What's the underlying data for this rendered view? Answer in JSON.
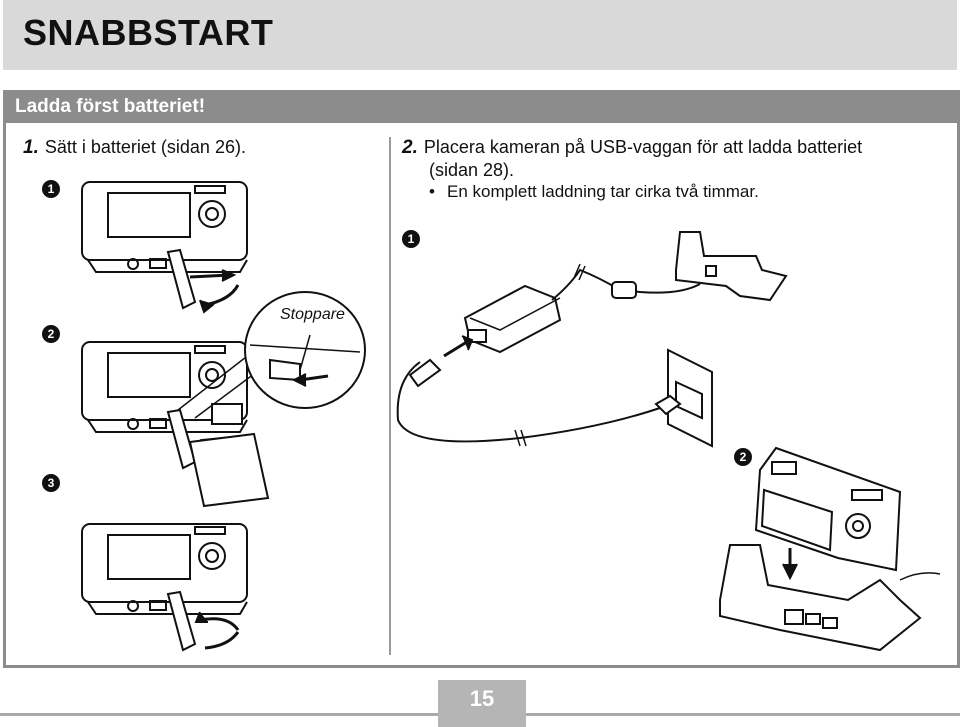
{
  "header": {
    "title": "SNABBSTART"
  },
  "section": {
    "heading": "Ladda först batteriet!"
  },
  "step1": {
    "number": "1.",
    "text": "Sätt i batteriet (sidan 26)."
  },
  "step2": {
    "number": "2.",
    "text_line1": "Placera kameran på USB-vaggan för att ladda batteriet",
    "text_line2": "(sidan 28).",
    "bullet": "En komplett laddning tar cirka två timmar."
  },
  "markers": {
    "m1": "1",
    "m2": "2",
    "m3": "3"
  },
  "callout": {
    "label": "Stoppare"
  },
  "footer": {
    "page_number": "15"
  }
}
